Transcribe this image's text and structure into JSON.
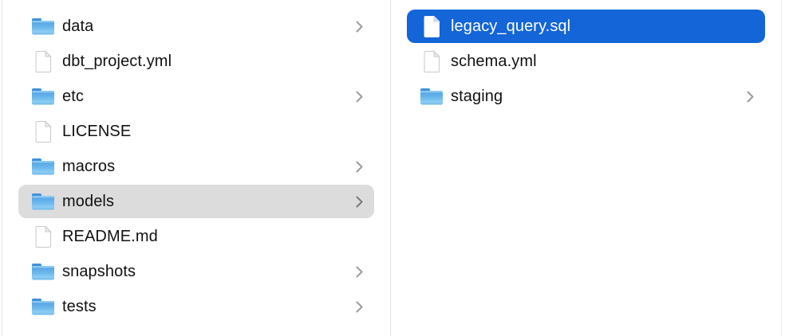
{
  "app": "finder-column-view",
  "colors": {
    "selection_blue": "#1365d8",
    "selection_gray": "#dcdcdc",
    "selected_text": "#ffffff",
    "text": "#111111",
    "divider": "#dfdfdf",
    "folder_blue_top": "#4f9fe3",
    "folder_blue_bottom": "#8ecdf3",
    "folder_tab": "#3e92da",
    "chevron_gray": "#9b9b9b"
  },
  "columns": [
    {
      "name": "left",
      "items": [
        {
          "label": "data",
          "type": "folder",
          "chevron": true,
          "selected": "none"
        },
        {
          "label": "dbt_project.yml",
          "type": "file",
          "chevron": false,
          "selected": "none"
        },
        {
          "label": "etc",
          "type": "folder",
          "chevron": true,
          "selected": "none"
        },
        {
          "label": "LICENSE",
          "type": "file",
          "chevron": false,
          "selected": "none"
        },
        {
          "label": "macros",
          "type": "folder",
          "chevron": true,
          "selected": "none"
        },
        {
          "label": "models",
          "type": "folder",
          "chevron": true,
          "selected": "gray"
        },
        {
          "label": "README.md",
          "type": "file",
          "chevron": false,
          "selected": "none"
        },
        {
          "label": "snapshots",
          "type": "folder",
          "chevron": true,
          "selected": "none"
        },
        {
          "label": "tests",
          "type": "folder",
          "chevron": true,
          "selected": "none"
        }
      ]
    },
    {
      "name": "right",
      "items": [
        {
          "label": "legacy_query.sql",
          "type": "file",
          "chevron": false,
          "selected": "blue"
        },
        {
          "label": "schema.yml",
          "type": "file",
          "chevron": false,
          "selected": "none"
        },
        {
          "label": "staging",
          "type": "folder",
          "chevron": true,
          "selected": "none"
        }
      ]
    }
  ]
}
